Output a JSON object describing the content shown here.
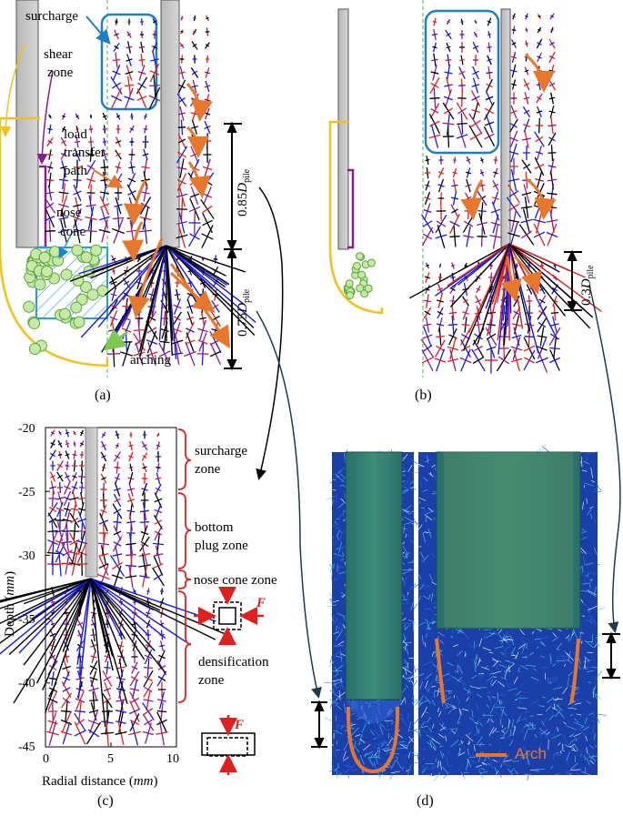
{
  "panels": {
    "a": {
      "label": "(a)"
    },
    "b": {
      "label": "(b)"
    },
    "c": {
      "label": "(c)"
    },
    "d": {
      "label": "(d)"
    }
  },
  "panel_a": {
    "surcharge": "surcharge",
    "shear_zone_1": "shear",
    "shear_zone_2": "zone",
    "load_1": "load",
    "load_2": "transfer",
    "load_3": "path",
    "nose_1": "nose",
    "nose_2": "cone",
    "arching": "arching",
    "dim_upper_coef": "0.85",
    "dim_lower_coef": "0.75",
    "dim_symbol": "D",
    "dim_sub": "pile"
  },
  "panel_b": {
    "dim_coef": "0.3",
    "dim_symbol": "D",
    "dim_sub": "pile"
  },
  "panel_c": {
    "zones": [
      {
        "line1": "surcharge",
        "line2": "zone"
      },
      {
        "line1": "bottom",
        "line2": "plug zone"
      },
      {
        "line1": "nose cone zone",
        "line2": ""
      },
      {
        "line1": "densification",
        "line2": "zone"
      }
    ],
    "force_label": "F",
    "force_label_2": "F",
    "ylabel": "Depth",
    "ylabel_unit": "mm",
    "xlabel": "Radial distance",
    "xlabel_unit": "mm",
    "yticks": [
      "-20",
      "-25",
      "-30",
      "-35",
      "-40",
      "-45"
    ],
    "xticks": [
      "0",
      "5",
      "10"
    ],
    "xlim": [
      0,
      10
    ],
    "ylim": [
      -45,
      -20
    ]
  },
  "panel_d": {
    "legend": "Arch"
  },
  "colors": {
    "arch": "#e8772e",
    "surcharge_box": "#1e7fc2",
    "shear_zone": "#f2c21b",
    "nose_cone": "#22a0e0",
    "bracket": "#8b1a8f",
    "zone_bracket": "#e02020",
    "force": "#e02020"
  }
}
